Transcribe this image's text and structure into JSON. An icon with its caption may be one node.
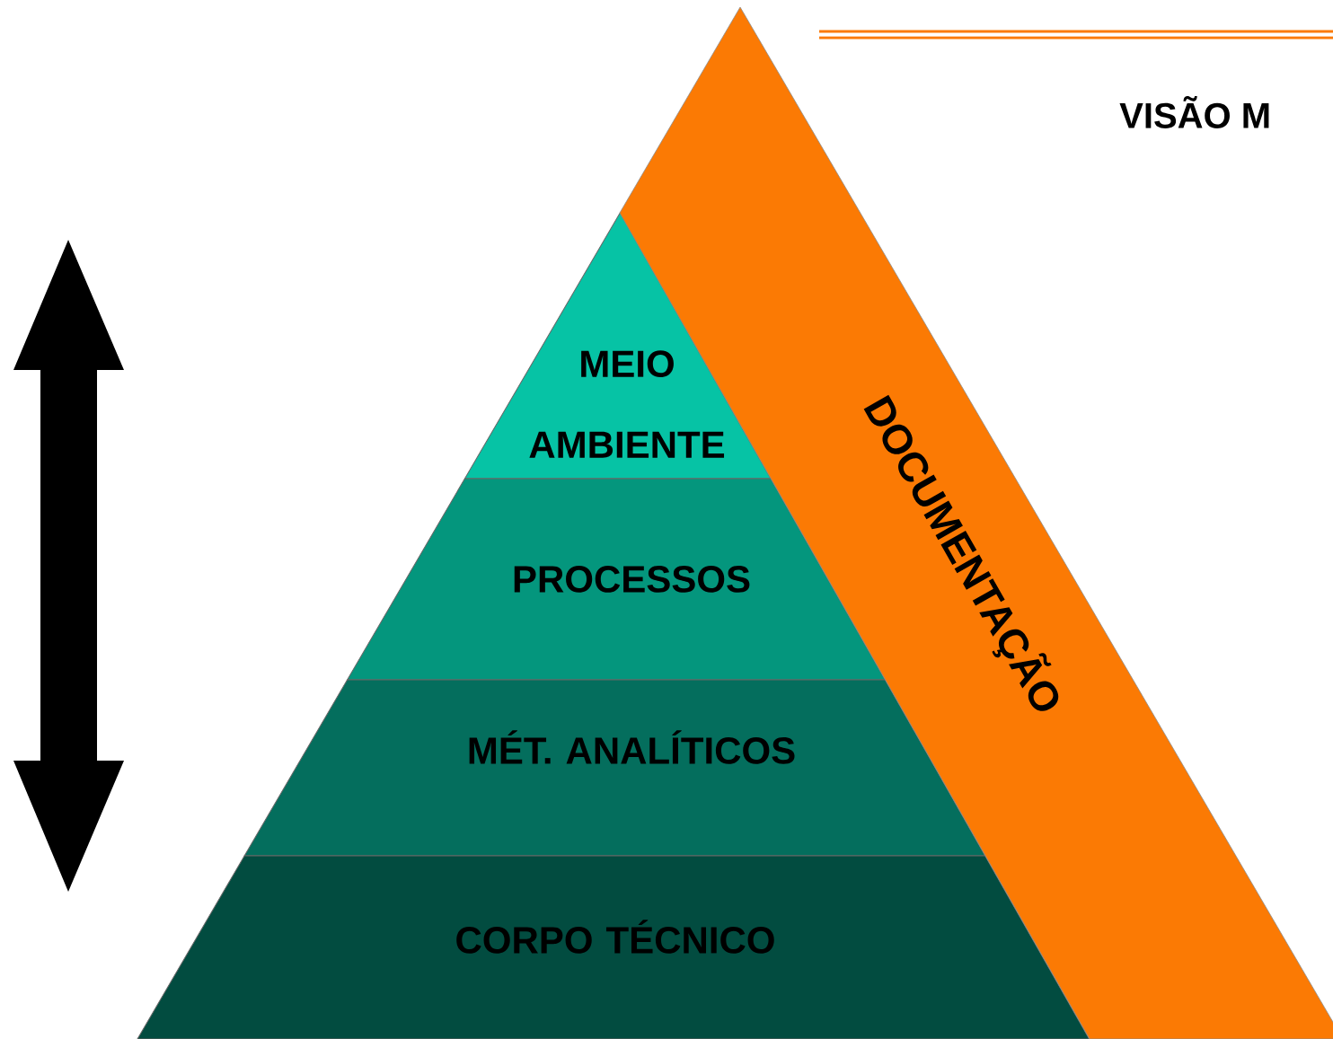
{
  "diagram": {
    "title": "VISÃO M",
    "nodes": [
      {
        "text": [
          "MEIO AMBIENTE"
        ]
      },
      {
        "text": [
          "PROCESSOS"
        ]
      },
      {
        "text": [
          "MÉT. ANALÍTICOS"
        ]
      },
      {
        "text": [
          "CORPO TÉCNICO"
        ]
      },
      {
        "text": [
          "DOCUMENTAÇÃO"
        ]
      }
    ]
  }
}
